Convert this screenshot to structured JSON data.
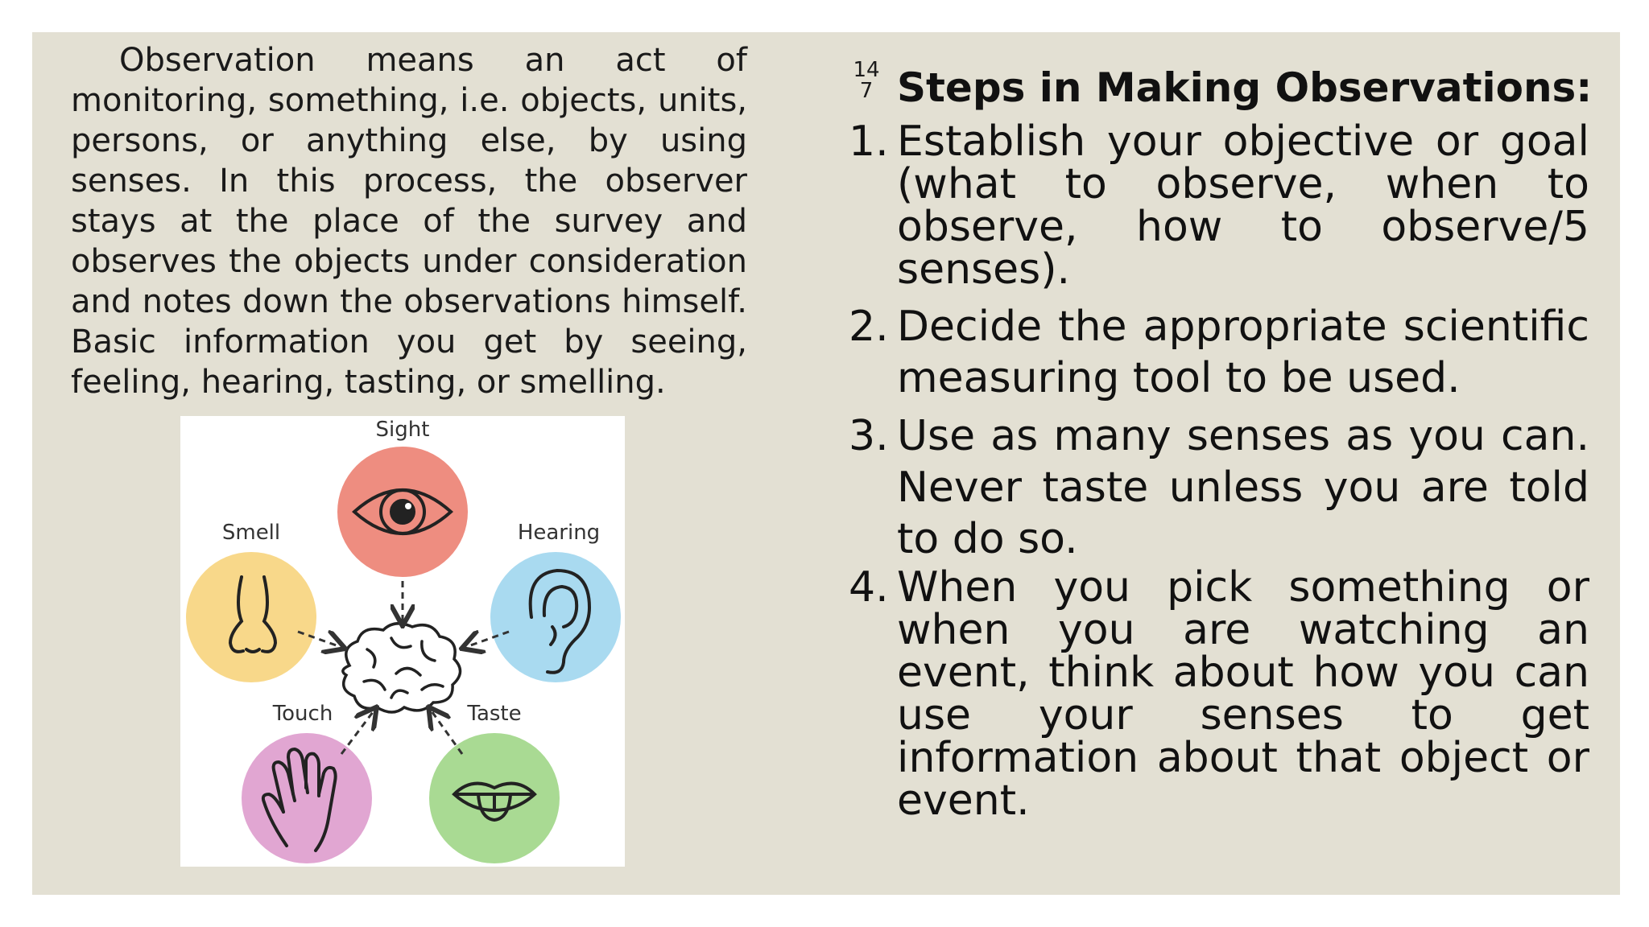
{
  "intro": {
    "paragraph": "Observation means an act of monitoring, something, i.e. objects, units, persons, or anything else, by using senses. In this process, the observer stays at the place of the survey and observes the objects under consideration and notes down the observations himself. Basic information you get by seeing, feeling, hearing, tasting, or smelling."
  },
  "figure": {
    "labels": {
      "sight": "Sight",
      "smell": "Smell",
      "hearing": "Hearing",
      "touch": "Touch",
      "taste": "Taste"
    },
    "colors": {
      "sight": "#ee8d80",
      "smell": "#f8d88a",
      "hearing": "#a9daf0",
      "touch": "#e1a6d2",
      "taste": "#a9da93"
    }
  },
  "page_number": {
    "top": "14",
    "bottom": "7"
  },
  "steps": {
    "title": "Steps in Making Observations:",
    "items": [
      {
        "number": "1.",
        "text": "Establish your objective or goal (what to observe, when to observe, how to observe/5 senses)."
      },
      {
        "number": "2.",
        "text": "Decide the appropriate scientific measuring tool to be used."
      },
      {
        "number": "3.",
        "text": "Use as many senses as you can. Never taste unless you are told to do so."
      },
      {
        "number": "4.",
        "text": "When you pick something or when you are watching an event, think about how you can use your senses to get information about that object or event."
      }
    ]
  }
}
